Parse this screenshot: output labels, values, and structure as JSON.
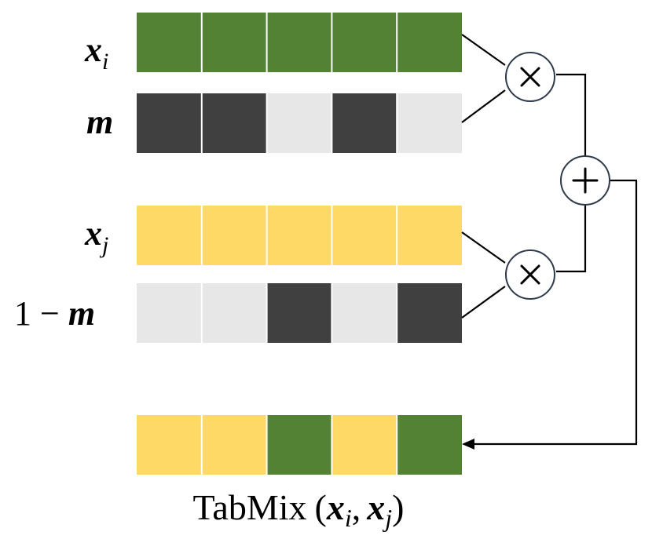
{
  "colors": {
    "green": "#548235",
    "dark": "#404040",
    "light": "#e7e7e7",
    "yellow": "#ffd966",
    "separator": "#ffffff",
    "circle_stroke": "#2f3b4a",
    "wire": "#000000"
  },
  "rows": [
    {
      "id": "xi",
      "label": {
        "main": "x",
        "sub": "i"
      },
      "cells": [
        "green",
        "green",
        "green",
        "green",
        "green"
      ]
    },
    {
      "id": "m",
      "label": {
        "main": "m",
        "sub": ""
      },
      "cells": [
        "dark",
        "dark",
        "light",
        "dark",
        "light"
      ]
    },
    {
      "id": "xj",
      "label": {
        "main": "x",
        "sub": "j"
      },
      "cells": [
        "yellow",
        "yellow",
        "yellow",
        "yellow",
        "yellow"
      ]
    },
    {
      "id": "one-minus-m",
      "label": {
        "prefix": "1 − ",
        "main": "m",
        "sub": ""
      },
      "cells": [
        "light",
        "light",
        "dark",
        "light",
        "dark"
      ]
    },
    {
      "id": "result",
      "label": null,
      "cells": [
        "yellow",
        "yellow",
        "green",
        "yellow",
        "green"
      ]
    }
  ],
  "operators": [
    {
      "id": "multiply-top",
      "symbol": "multiply-icon",
      "glyph": "×"
    },
    {
      "id": "add",
      "symbol": "plus-icon",
      "glyph": "+"
    },
    {
      "id": "multiply-bottom",
      "symbol": "multiply-icon",
      "glyph": "×"
    }
  ],
  "caption": {
    "name": "TabMix",
    "open": "(",
    "arg1_main": "x",
    "arg1_sub": "i",
    "comma": ",",
    "arg2_main": "x",
    "arg2_sub": "j",
    "close": ")"
  }
}
